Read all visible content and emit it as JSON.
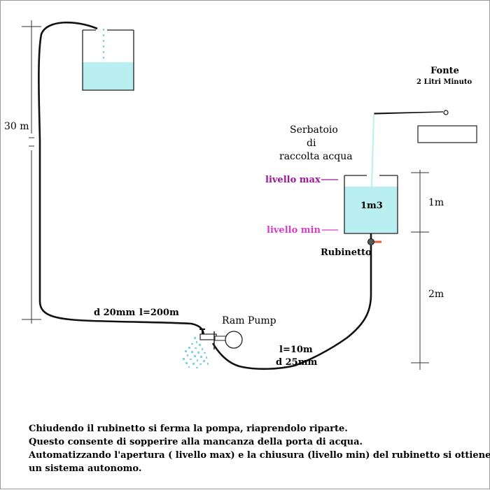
{
  "labels": {
    "height_30m": "30 m",
    "source_title": "Fonte",
    "source_rate": "2 Litri Minuto",
    "tank_line1": "Serbatoio",
    "tank_line2": "di",
    "tank_line3": "raccolta acqua",
    "level_max": "livello max",
    "level_min": "livello min",
    "tank_volume": "1m3",
    "faucet": "Rubinetto",
    "height_1m": "1m",
    "height_2m": "2m",
    "drive_pipe_diameter": "d 20mm",
    "drive_pipe_length": "l=200m",
    "ram_pump": "Ram Pump",
    "feed_pipe_length": "l=10m",
    "feed_pipe_diameter": "d 25mm"
  },
  "caption": [
    "Chiudendo il rubinetto si ferma la pompa, riaprendolo riparte.",
    "Questo consente di sopperire alla mancanza della porta di acqua.",
    "Automatizzando l'apertura ( livello max) e la chiusura (livello min)  del rubinetto si ottiene",
    "un sistema autonomo."
  ],
  "colors": {
    "water": "#b9eff0",
    "spray": "#7fd4e8",
    "level_max": "#a0169a",
    "level_min": "#d63cc9",
    "faucet_handle": "#e0603a",
    "pipe": "#111111"
  }
}
